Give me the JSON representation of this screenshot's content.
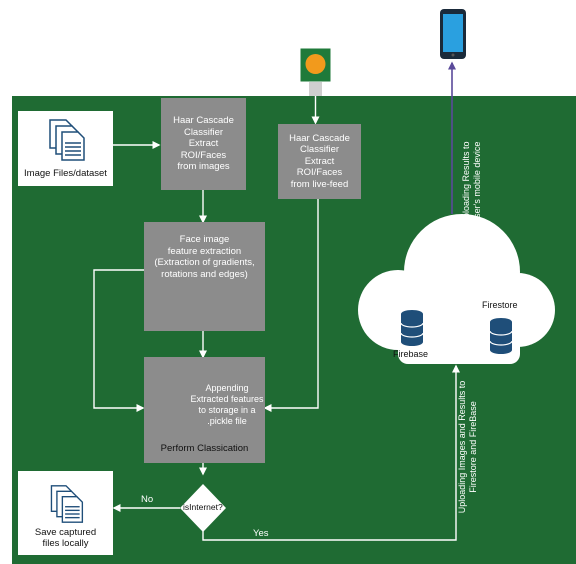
{
  "nodes": {
    "image_files": "Image Files/dataset",
    "haar_images": "Haar Cascade\nClassifier\nExtract\nROI/Faces\nfrom images",
    "haar_live": "Haar Cascade\nClassifier\nExtract\nROI/Faces\nfrom live-feed",
    "face_feature": "Face image\nfeature extraction\n(Extraction of gradients,\nrotations and edges)",
    "appending": "Appending\nExtracted features\nto storage in a\n.pickle file",
    "perform": "Perform Classication",
    "decision": "isInternet?",
    "save_local": "Save captured\nfiles locally",
    "firebase": "Firebase",
    "firestore": "Firestore"
  },
  "edge_labels": {
    "no": "No",
    "yes": "Yes",
    "upload_device": "Uploading Results to\nUser's mobile device",
    "upload_firebase": "Uploading Images and Results to\nFirestore and FireBase"
  },
  "icons": [
    "document-stack-icon",
    "database-icon",
    "gear-icon",
    "cloud-icon",
    "webcam-icon",
    "smartphone-icon"
  ],
  "colors": {
    "background": "#1f6b33",
    "box": "#8c8c8c",
    "database": "#1f4e79",
    "gear_blue": "#2e6fb3",
    "gear_red": "#e8584f",
    "phone": "#1e88c8",
    "connector": "#ffffff"
  }
}
